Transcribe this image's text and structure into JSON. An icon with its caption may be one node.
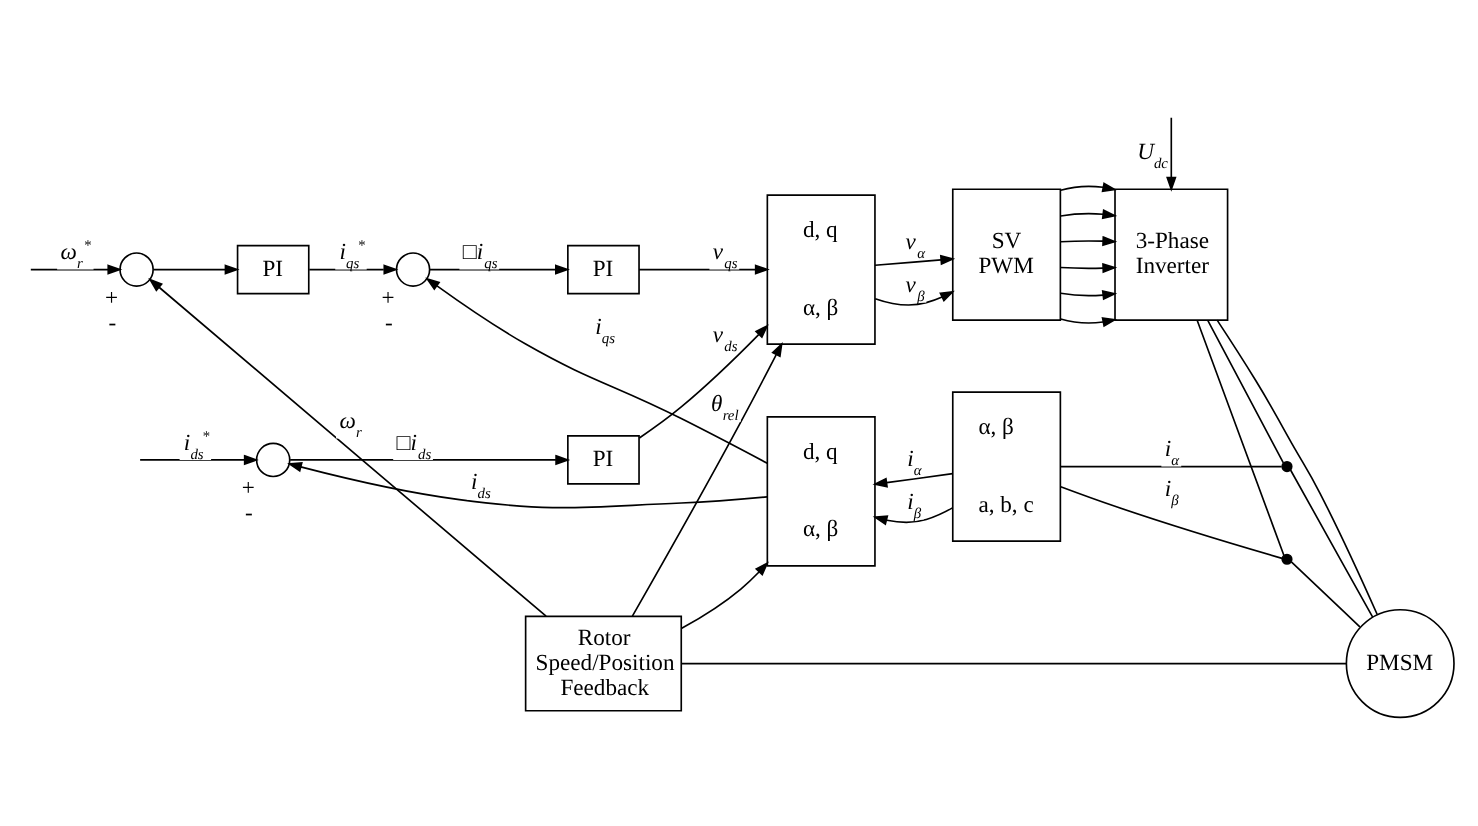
{
  "diagram": {
    "nodes": [
      {
        "text": [],
        "shape": "circle",
        "beside": [
          "+",
          "-"
        ]
      },
      {
        "text": [
          "PI"
        ]
      },
      {
        "text": [],
        "shape": "circle",
        "beside": [
          "+",
          "-"
        ]
      },
      {
        "text": [
          "PI"
        ]
      },
      {
        "text": [],
        "shape": "circle",
        "beside": [
          "+",
          "-"
        ]
      },
      {
        "text": [
          "PI"
        ]
      },
      {
        "text": [
          "d, q",
          "α, β"
        ]
      },
      {
        "text": [
          "SV PWM"
        ]
      },
      {
        "text": [
          "3-Phase Inverter"
        ]
      },
      {
        "text": [
          "d, q",
          "α, β"
        ]
      },
      {
        "text": [
          "α, β",
          "a, b, c"
        ]
      },
      {
        "text": [
          "Rotor Speed/Position Feedback"
        ]
      },
      {
        "text": [
          "PMSM"
        ]
      },
      {
        "text": [],
        "shape": "dot"
      },
      {
        "text": [],
        "shape": "dot"
      }
    ],
    "edges": [
      {
        "from": null,
        "to": 0,
        "arrow": "to",
        "label": "ω$_{r}$$^{*}$"
      },
      {
        "from": 0,
        "to": 1,
        "arrow": "to"
      },
      {
        "from": 1,
        "to": 2,
        "arrow": "to",
        "label": "i$_{qs}$$^{*}$"
      },
      {
        "from": 2,
        "to": 3,
        "arrow": "to",
        "label": "□i$_{qs}$"
      },
      {
        "from": 3,
        "to": 6,
        "arrow": "to",
        "label": "v$_{qs}$"
      },
      {
        "from": null,
        "to": 4,
        "arrow": "to",
        "label": "i$_{ds}$$^{*}$"
      },
      {
        "from": 4,
        "to": 5,
        "arrow": "to",
        "label": "□i$_{ds}$"
      },
      {
        "from": 5,
        "to": 6,
        "arrow": "to",
        "label": "v$_{ds}$"
      },
      {
        "from": 6,
        "to": 7,
        "arrow": "to",
        "label": "v$_{α}$"
      },
      {
        "from": 6,
        "to": 7,
        "arrow": "to",
        "label": "v$_{β}$"
      },
      {
        "from": 7,
        "to": 8,
        "arrow": "to"
      },
      {
        "from": 7,
        "to": 8,
        "arrow": "to"
      },
      {
        "from": 7,
        "to": 8,
        "arrow": "to"
      },
      {
        "from": 7,
        "to": 8,
        "arrow": "to"
      },
      {
        "from": 7,
        "to": 8,
        "arrow": "to"
      },
      {
        "from": 7,
        "to": 8,
        "arrow": "to"
      },
      {
        "from": null,
        "to": 8,
        "arrow": "to",
        "label": "U$_{dc}$"
      },
      {
        "from": 8,
        "to": 13,
        "arrow": "none"
      },
      {
        "from": 13,
        "to": 12,
        "arrow": "none"
      },
      {
        "from": 8,
        "to": 14,
        "arrow": "none"
      },
      {
        "from": 14,
        "to": 12,
        "arrow": "none"
      },
      {
        "from": 8,
        "to": 12,
        "arrow": "none"
      },
      {
        "from": 13,
        "to": 10,
        "arrow": "none",
        "label": "i$_{α}$"
      },
      {
        "from": 14,
        "to": 10,
        "arrow": "none",
        "label": "i$_{β}$"
      },
      {
        "from": 10,
        "to": 9,
        "arrow": "to",
        "label": "i$_{α}$"
      },
      {
        "from": 10,
        "to": 9,
        "arrow": "to",
        "label": "i$_{β}$"
      },
      {
        "from": 9,
        "to": 2,
        "arrow": "to",
        "label": "i$_{qs}$"
      },
      {
        "from": 9,
        "to": 4,
        "arrow": "to",
        "label": "i$_{ds}$"
      },
      {
        "from": 12,
        "to": 11,
        "arrow": "none"
      },
      {
        "from": 11,
        "to": 0,
        "arrow": "to",
        "label": "ω$_{r}$"
      },
      {
        "from": 11,
        "to": 6,
        "arrow": "to",
        "label": "θ$_{rel}$"
      },
      {
        "from": 11,
        "to": 9,
        "arrow": "to"
      }
    ]
  }
}
